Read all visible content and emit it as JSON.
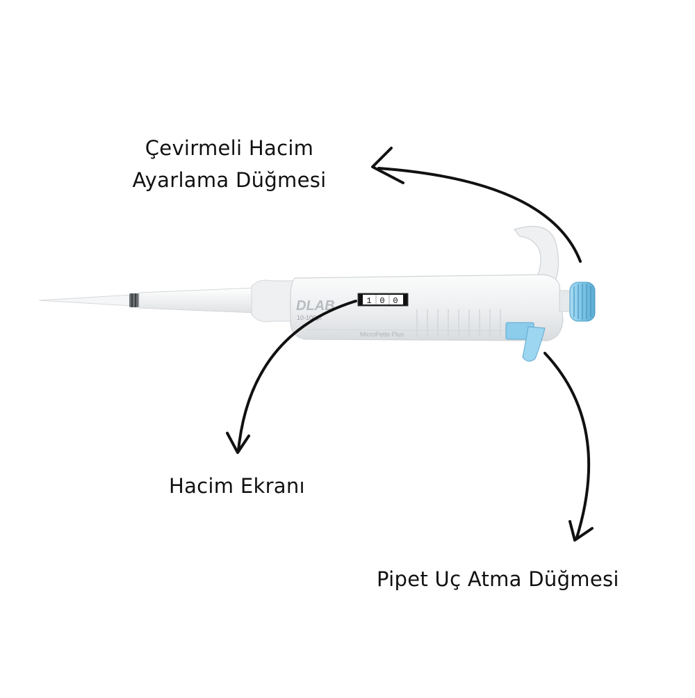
{
  "labels": {
    "dial_line1": "Çevirmeli Hacim",
    "dial_line2": "Ayarlama Düğmesi",
    "display": "Hacim Ekranı",
    "eject": "Pipet Uç Atma Düğmesi"
  },
  "pipette": {
    "brand": "DLAB",
    "range": "10-100μl",
    "model": "MicroPette Plus",
    "display_digits": [
      "1",
      "0",
      "0"
    ]
  },
  "colors": {
    "body": "#eef0f2",
    "accent_blue": "#7ec8ea",
    "arrow": "#111111",
    "text": "#111111"
  }
}
